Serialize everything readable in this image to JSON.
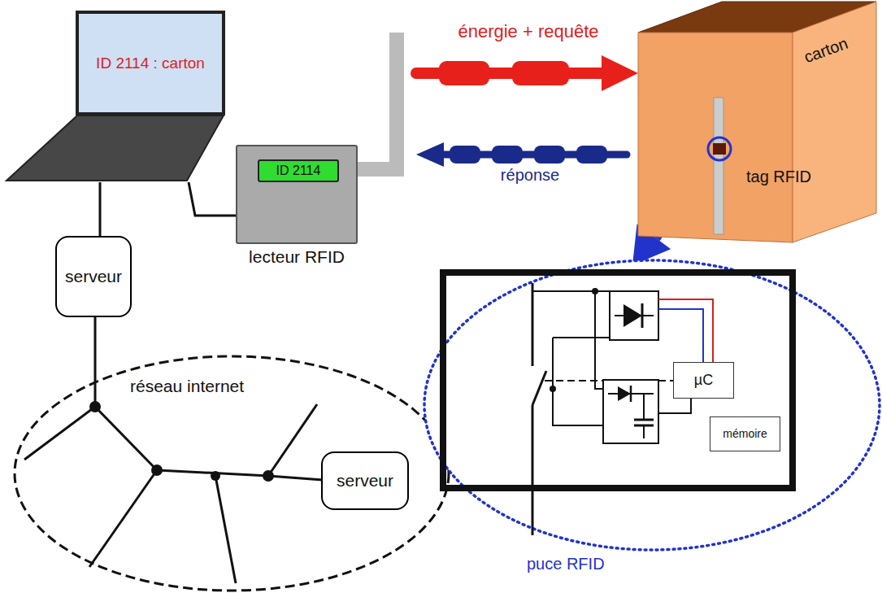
{
  "diagram": {
    "nodes": [
      {
        "text": [
          "ID 2114 : carton"
        ]
      },
      {
        "text": [
          "lecteur RFID"
        ]
      },
      {
        "text": [
          "ID 2114"
        ],
        "in": 1
      },
      {
        "text": [
          "serveur"
        ]
      },
      {
        "text": [
          "réseau internet"
        ]
      },
      {
        "text": [
          "serveur"
        ],
        "in": 4
      },
      {
        "text": [
          "carton",
          "tag RFID"
        ]
      },
      {
        "text": [
          "puce RFID"
        ]
      },
      {
        "text": [
          "µC"
        ],
        "in": 7
      },
      {
        "text": [
          "mémoire"
        ],
        "in": 7
      }
    ],
    "edges": [
      {
        "from": 0,
        "to": 1,
        "arrow": "none"
      },
      {
        "from": 0,
        "to": 3,
        "arrow": "none"
      },
      {
        "from": 3,
        "to": 4,
        "arrow": "none"
      },
      {
        "from": 1,
        "to": 6,
        "label": "énergie + requête",
        "arrow": "to"
      },
      {
        "from": 6,
        "to": 1,
        "label": "réponse",
        "arrow": "to"
      },
      {
        "from": 6,
        "to": 7,
        "arrow": "to"
      },
      {
        "from": 8,
        "to": 9,
        "arrow": "none"
      }
    ]
  }
}
